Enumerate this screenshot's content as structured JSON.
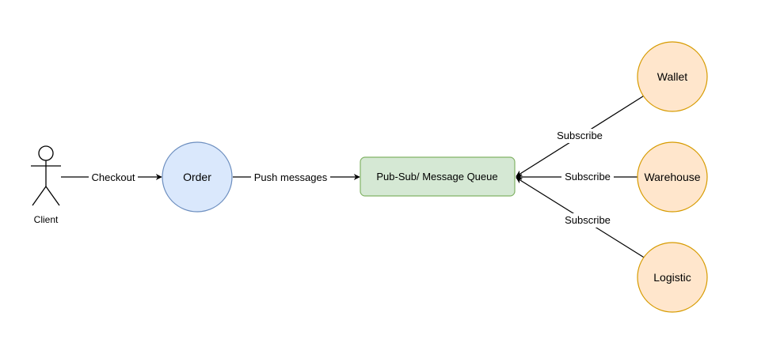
{
  "client": {
    "label": "Client"
  },
  "order": {
    "label": "Order"
  },
  "queue": {
    "label": "Pub-Sub/ Message Queue"
  },
  "subscribers": [
    {
      "label": "Wallet"
    },
    {
      "label": "Warehouse"
    },
    {
      "label": "Logistic"
    }
  ],
  "edges": {
    "checkout": "Checkout",
    "push": "Push messages",
    "subscribe_wallet": "Subscribe",
    "subscribe_warehouse": "Subscribe",
    "subscribe_logistic": "Subscribe"
  },
  "colors": {
    "order_fill": "#dae8fc",
    "order_stroke": "#6c8ebf",
    "queue_fill": "#d5e8d4",
    "queue_stroke": "#82b366",
    "subscriber_fill": "#ffe6cc",
    "subscriber_stroke": "#d79b00",
    "line": "#000000"
  }
}
